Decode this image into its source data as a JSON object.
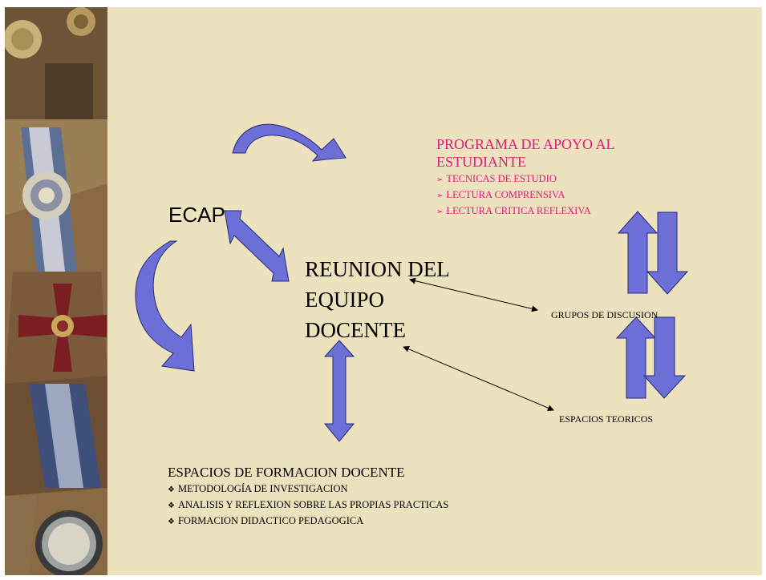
{
  "colors": {
    "background": "#ece3be",
    "arrow_fill": "#6b6fd6",
    "arrow_stroke": "#2a2a7a",
    "accent_text": "#e0197d"
  },
  "nodes": {
    "ecap": "ECAP",
    "reunion": [
      "REUNION DEL",
      "EQUIPO",
      "DOCENTE"
    ],
    "programa": {
      "title": [
        "PROGRAMA DE APOYO AL",
        "ESTUDIANTE"
      ],
      "items": [
        "TECNICAS DE ESTUDIO",
        "LECTURA COMPRENSIVA",
        "LECTURA CRITICA REFLEXIVA"
      ]
    },
    "grupos": "GRUPOS DE DISCUSION",
    "espacios_teoricos": "ESPACIOS TEORICOS",
    "formacion": {
      "title": "ESPACIOS DE FORMACION DOCENTE",
      "items": [
        "METODOLOGÍA DE INVESTIGACION",
        "ANALISIS Y REFLEXION SOBRE LAS PROPIAS PRACTICAS",
        "FORMACION DIDACTICO PEDAGOGICA"
      ]
    }
  },
  "icons": {
    "sidebar": "medal-collage-image"
  }
}
